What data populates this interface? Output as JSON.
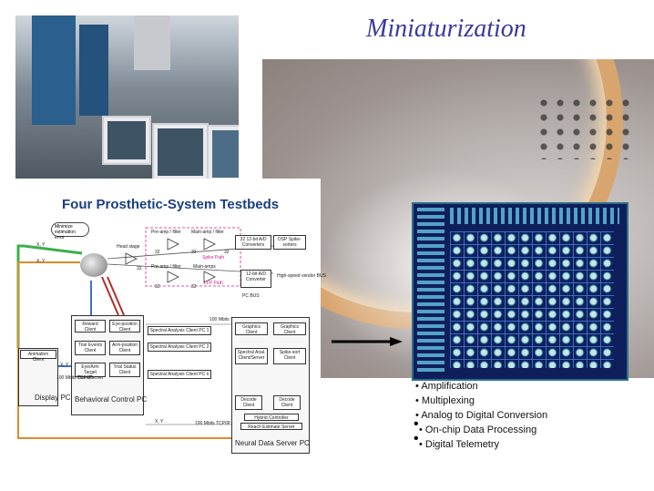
{
  "slide": {
    "title": "Miniaturization"
  },
  "diagram": {
    "title": "Four Prosthetic-System Testbeds",
    "bubble": "Minimize estimation error",
    "headstage": "Head stage",
    "preamp_filter_top": "Pre-amp / filter",
    "mainamp_filter": "Main-amp / filter",
    "preamp_filter_bottom": "Pre-amp / filter",
    "mainamps": "Main-amps",
    "spike_path": "Spike Path",
    "lfp_path": "LFP Path",
    "ad_converters": "32 12-bit A/D Converters",
    "dsp_spike_sorters": "DSP Spike-sorters",
    "adc_converter": "12-bit A/D Converter",
    "high_speed_bus": "High-speed vendor BUS",
    "pc_bus": "PC BUS",
    "network_100": "100 Mbits TCP/IP",
    "reward_client": "Reward Client",
    "eye_position_client": "Eye-position Client",
    "trial_events_client": "Trial Events Client",
    "arm_position_client": "Arm-position Client",
    "eye_arm_target": "Eye/Arm Target Client/Server",
    "trial_status_client": "Trial Status Client",
    "behavioral_control_pc": "Behavioral Control PC",
    "animation_client": "Animation Client",
    "display_pc": "Display PC",
    "spectral_1": "Spectral Analysis Client PC 1",
    "spectral_2": "Spectral Analysis Client PC 2",
    "spectral_n": "Spectral Analysis Client PC n",
    "graphics_client_1": "Graphics Client",
    "graphics_client_2": "Graphics Client",
    "spectral_anal_client_server": "Spectral Anal. Client/Server",
    "spike_sort_client": "Spike-sort Client",
    "decode_client_1": "Decode Client",
    "decode_client_2": "Decode Client",
    "hybrid_controller": "Hybrid Controller",
    "reach_estimate_server": "Reach Estimate Server",
    "neural_data_server_pc": "Neural Data Server PC",
    "xy_1": "X, Y",
    "xy_2": "X, Y",
    "xy_3": "X, Y",
    "xy_4": "X, Y",
    "network_100_side": "100 Mbits TCP/IP",
    "network_100_bottom": "100 Mbits TCP/IP",
    "ch32_a": "32",
    "ch32_b": "32",
    "ch32_c": "32",
    "ch32_d": "32",
    "ch32_e": "32",
    "ch32_f": "32"
  },
  "chip_features": [
    "Amplification",
    "Multiplexing",
    "Analog to Digital Conversion",
    "On-chip Data Processing",
    "Digital Telemetry"
  ],
  "colors": {
    "title": "#3a3a9a",
    "diagram_title": "#1b3f7f",
    "spike_path": "#d0218a",
    "green_wire": "#3cb04a",
    "orange_wire": "#e08a2c",
    "blue_wire": "#3f6fc9",
    "red_wire": "#b0302a"
  },
  "icons": [
    "right-arrow-icon",
    "brain-icon"
  ]
}
